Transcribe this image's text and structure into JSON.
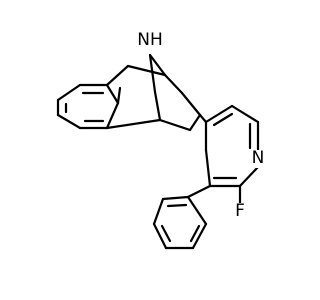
{
  "molecule": {
    "atom_labels": {
      "amine_n": "NH",
      "pyridine_n": "N",
      "fluorine": "F"
    }
  }
}
